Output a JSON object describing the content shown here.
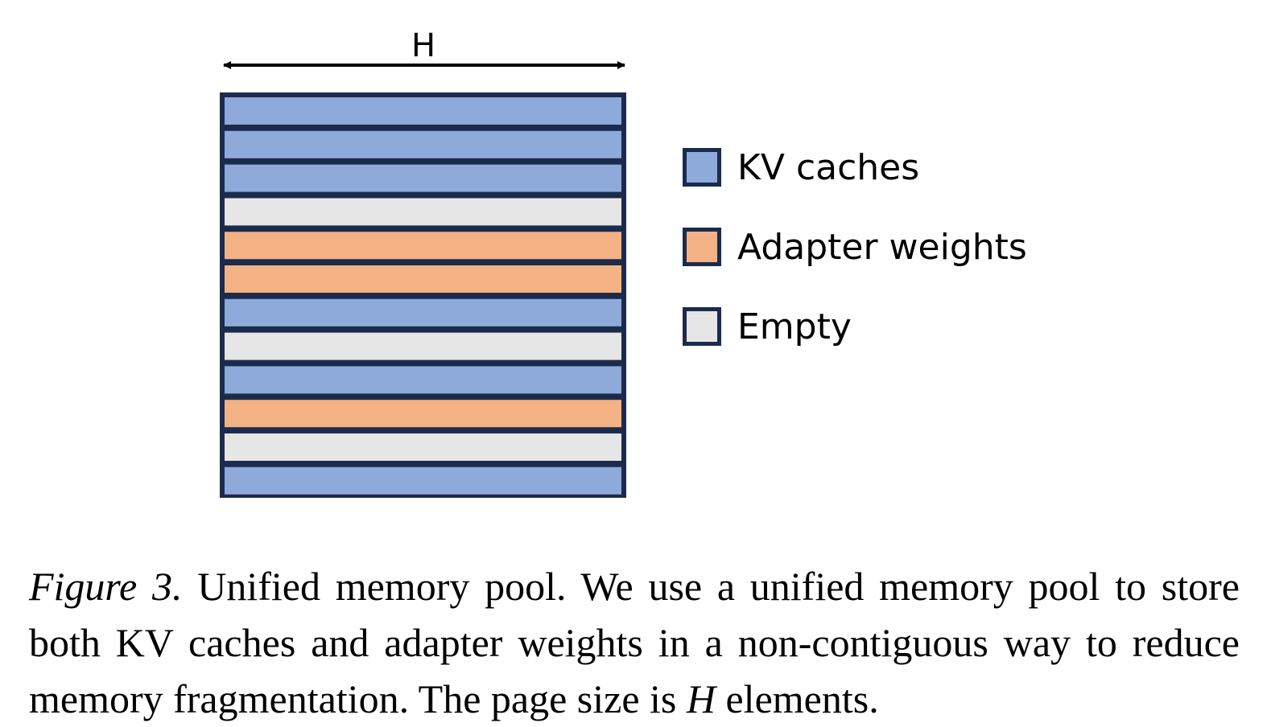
{
  "diagram": {
    "dimension_label": "H",
    "rows": [
      "kv",
      "kv",
      "kv",
      "empty",
      "adapter",
      "adapter",
      "kv",
      "empty",
      "kv",
      "adapter",
      "empty",
      "kv"
    ],
    "colors": {
      "kv": "#8eaadb",
      "adapter": "#f4b183",
      "empty": "#e7e6e6",
      "border": "#1b2b4c"
    }
  },
  "legend": [
    {
      "key": "kv",
      "label": "KV caches"
    },
    {
      "key": "adapter",
      "label": "Adapter weights"
    },
    {
      "key": "empty",
      "label": "Empty"
    }
  ],
  "caption": {
    "label": "Figure 3.",
    "text_before_var": "Unified memory pool. We use a unified memory pool to store both KV caches and adapter weights in a non-contiguous way to reduce memory fragmentation. The page size is",
    "var": "H",
    "text_after_var": "elements."
  }
}
